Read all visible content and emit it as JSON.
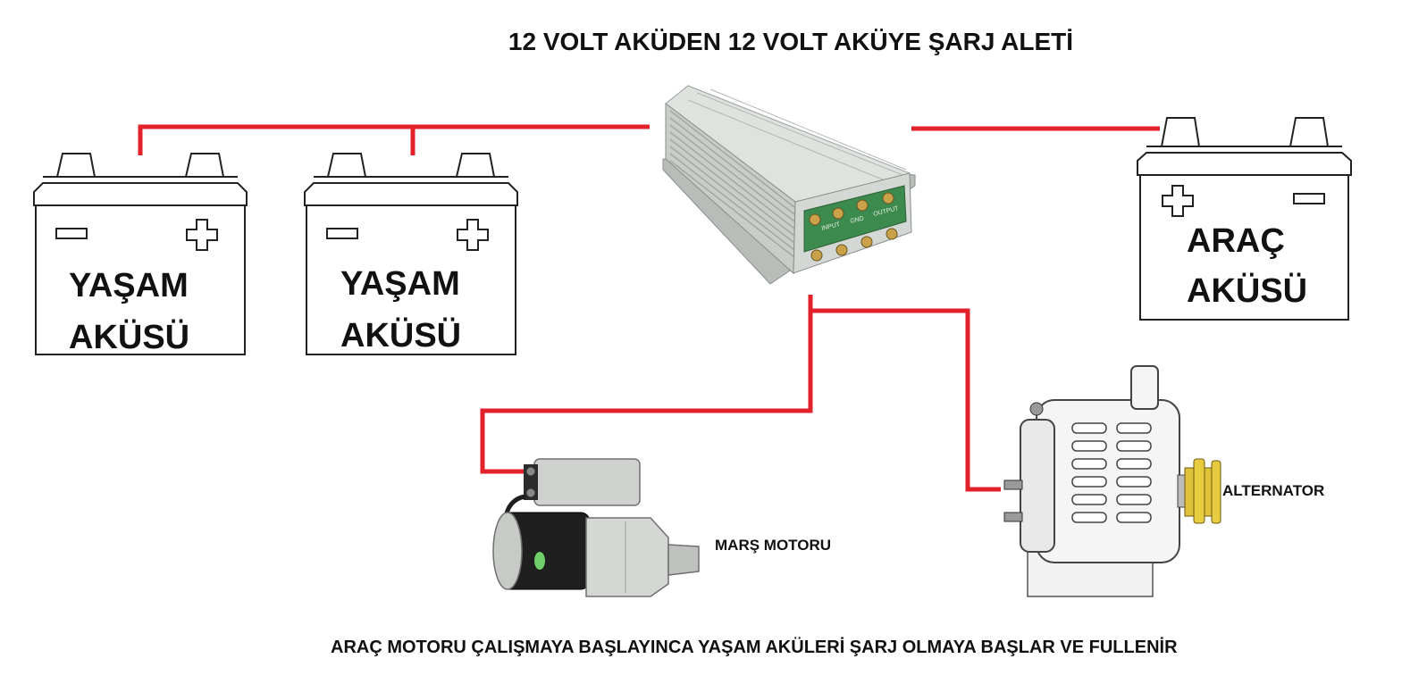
{
  "title": "12 VOLT AKÜDEN 12 VOLT AKÜYE ŞARJ ALETİ",
  "batteries": [
    {
      "line1": "YAŞAM",
      "line2": "AKÜSÜ"
    },
    {
      "line1": "YAŞAM",
      "line2": "AKÜSÜ"
    },
    {
      "line1": "ARAÇ",
      "line2": "AKÜSÜ"
    }
  ],
  "converter": {
    "terminal_labels": [
      "INPUT",
      "GND",
      "OUTPUT"
    ]
  },
  "starter_label": "MARŞ MOTORU",
  "alternator_label": "ALTERNATOR",
  "footer": "ARAÇ MOTORU ÇALIŞMAYA BAŞLAYINCA YAŞAM AKÜLERİ ŞARJ OLMAYA BAŞLAR VE FULLENİR",
  "colors": {
    "wire": "#e3212b",
    "converter_body": "#c9cdc9",
    "terminal_board": "#3c8a4e",
    "pulley": "#e0c23a"
  }
}
